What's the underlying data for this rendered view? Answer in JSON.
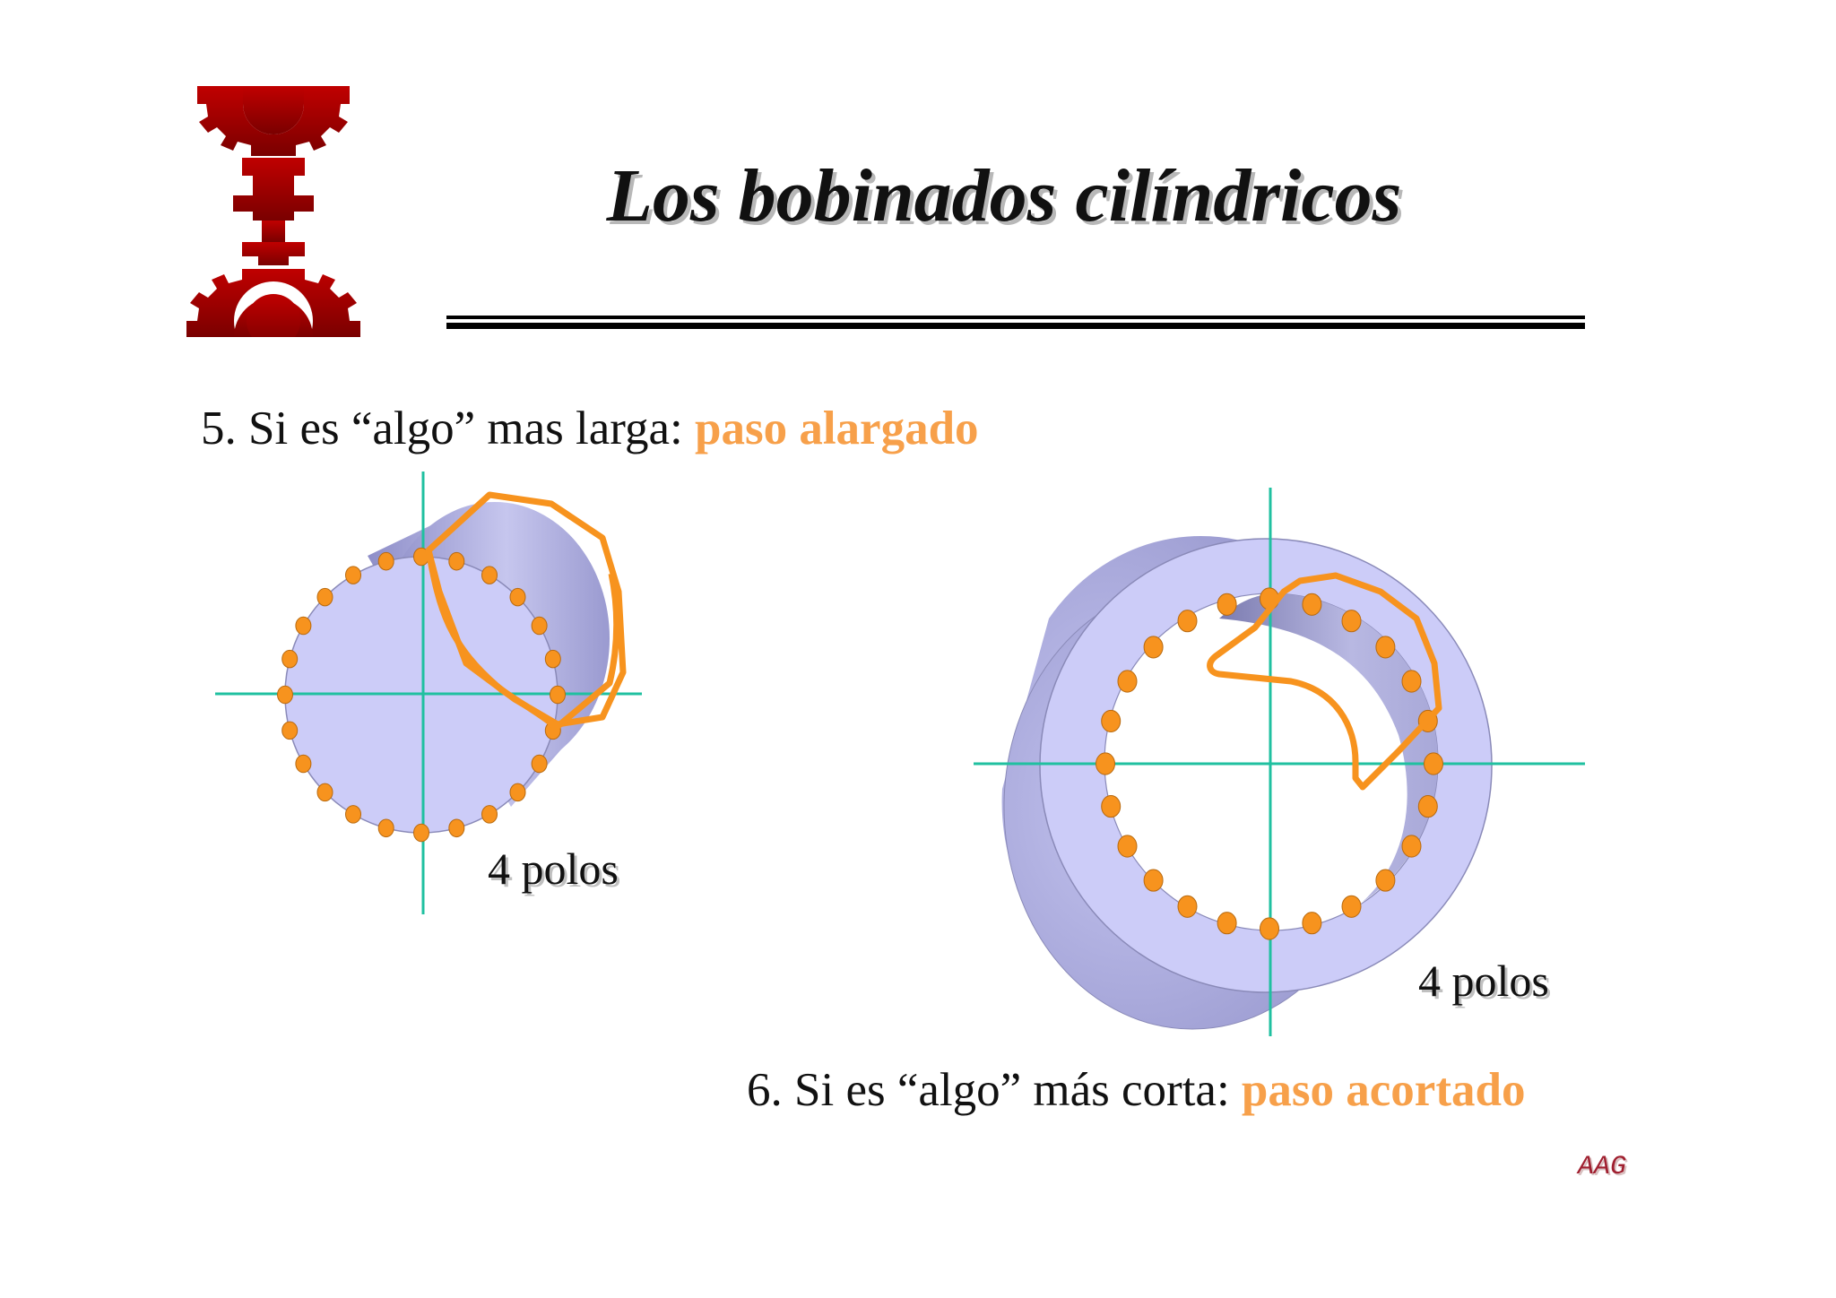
{
  "title": "Los bobinados cilíndricos",
  "items": [
    {
      "text": "5. Si es “algo” mas larga: ",
      "highlight": "paso alargado"
    },
    {
      "text": "6. Si es “algo” más corta: ",
      "highlight": "paso acortado"
    }
  ],
  "figures": [
    {
      "label": "4 polos"
    },
    {
      "label": "4 polos"
    }
  ],
  "footer": {
    "initials": "AAG"
  },
  "colors": {
    "highlight": "#f7a04a",
    "coil": "#f7931e",
    "cylinder": "#c8c8f8",
    "axis": "#20c0a0",
    "logo": "#a00000"
  }
}
